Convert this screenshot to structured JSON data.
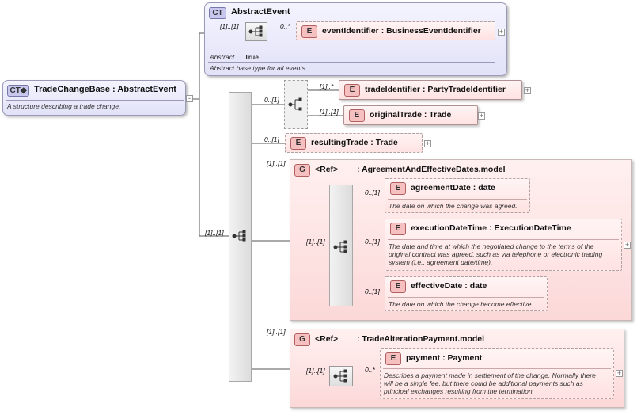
{
  "abstract_event": {
    "badge": "CT",
    "name": "AbstractEvent",
    "abstract_label": "Abstract",
    "abstract_value": "True",
    "doc": "Abstract base type for all events.",
    "child": {
      "badge": "E",
      "name": "eventIdentifier",
      "type": "BusinessEventIdentifier",
      "mult_left": "[1]..[1]",
      "mult": "0..*"
    }
  },
  "trade_change_base": {
    "badge": "CT",
    "name": "TradeChangeBase",
    "base": "AbstractEvent",
    "doc": "A structure describing a trade change."
  },
  "sequence": {
    "mult": "[1]..[1]",
    "choice_mult": "0..[1]",
    "elements": {
      "trade_identifier": {
        "badge": "E",
        "name": "tradeIdentifier",
        "type": "PartyTradeIdentifier",
        "mult": "[1]..*"
      },
      "original_trade": {
        "badge": "E",
        "name": "originalTrade",
        "type": "Trade",
        "mult": "[1]..[1]"
      },
      "resulting_trade": {
        "badge": "E",
        "name": "resultingTrade",
        "type": "Trade",
        "mult": "0..[1]"
      }
    }
  },
  "group1": {
    "badge": "G",
    "ref": "<Ref>",
    "name": "AgreementAndEffectiveDates.model",
    "mult": "[1]..[1]",
    "seq_mult": "[1]..[1]",
    "items": [
      {
        "badge": "E",
        "name": "agreementDate",
        "type": "date",
        "mult": "0..[1]",
        "doc": "The date on which the change was agreed."
      },
      {
        "badge": "E",
        "name": "executionDateTime",
        "type": "ExecutionDateTime",
        "mult": "0..[1]",
        "doc1": "The date and time at which the negotiated change to the terms of the",
        "doc2": "original contract was agreed, such as via telephone or electronic trading",
        "doc3": "system (i.e., agreement date/time)."
      },
      {
        "badge": "E",
        "name": "effectiveDate",
        "type": "date",
        "mult": "0..[1]",
        "doc": "The date on which the change become effective."
      }
    ]
  },
  "group2": {
    "badge": "G",
    "ref": "<Ref>",
    "name": "TradeAlterationPayment.model",
    "mult": "[1]..[1]",
    "seq_mult": "[1]..[1]",
    "item": {
      "badge": "E",
      "name": "payment",
      "type": "Payment",
      "mult": "0..*",
      "doc1": "Describes a payment made in settlement of the change. Normally there",
      "doc2": "will be a single fee, but there could be additional payments such as",
      "doc3": "principal exchanges resulting from the termination."
    }
  },
  "sep": ":",
  "icons": {
    "expand": "plus-icon",
    "sequence": "sequence-compositor-icon",
    "choice": "choice-compositor-icon"
  },
  "colors": {
    "complex_type": "#e2e2f8",
    "element": "#ffe2e2",
    "group": "#fcd8d8"
  }
}
